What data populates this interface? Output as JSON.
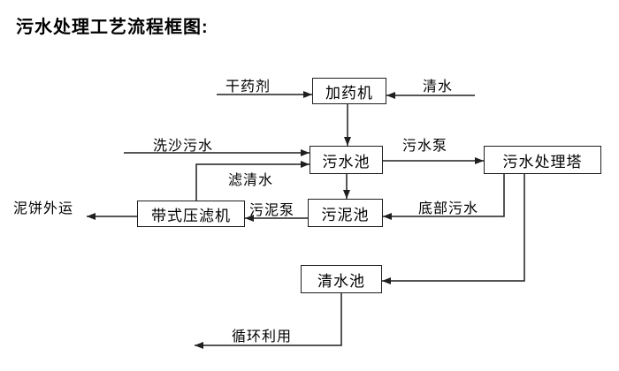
{
  "title": "污水处理工艺流程框图:",
  "nodes": {
    "dosing_machine": "加药机",
    "sewage_pool": "污水池",
    "treatment_tower": "污水处理塔",
    "sludge_pool": "污泥池",
    "belt_filter_press": "带式压滤机",
    "clean_water_pool": "清水池"
  },
  "edge_labels": {
    "dry_agent": "干药剂",
    "clean_water": "清水",
    "sand_washing_sewage": "洗沙污水",
    "sewage_pump": "污水泵",
    "filtered_water": "滤清水",
    "sludge_pump": "污泥泵",
    "bottom_sewage": "底部污水",
    "mud_cake_out": "泥饼外运",
    "recycling": "循环利用"
  },
  "colors": {
    "line": "#1f1f1f",
    "text": "#000000",
    "background": "#ffffff"
  }
}
